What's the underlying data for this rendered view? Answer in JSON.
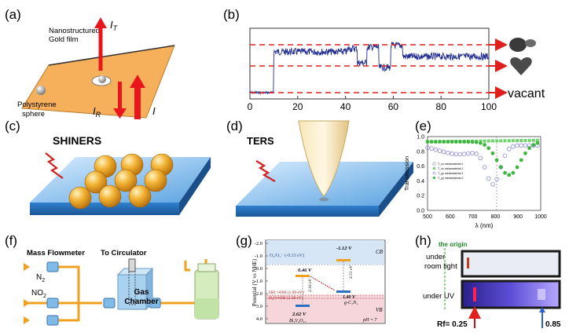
{
  "panels": {
    "a": {
      "letter": "(a)",
      "film_label_1": "Nanostructured",
      "film_label_2": "Gold film",
      "sphere_label_1": "Polystyrene",
      "sphere_label_2": "sphere",
      "it_main": "I",
      "it_sub": "T",
      "ir_main": "I",
      "ir_sub": "R",
      "i_main": "I"
    },
    "b": {
      "letter": "(b)",
      "xticks": [
        "0",
        "20",
        "40",
        "60",
        "80",
        "100"
      ],
      "vacant_label": "vacant",
      "colors": {
        "trace": "#1f2b8f",
        "dash": "#e0201c",
        "arrow": "#e0201c"
      }
    },
    "c": {
      "letter": "(c)",
      "title": "SHINERS"
    },
    "d": {
      "letter": "(d)",
      "title": "TERS"
    },
    "e": {
      "letter": "(e)",
      "ylabel": "Transmission",
      "xlabel": "λ (nm)",
      "yticks": [
        "0.0",
        "0.2",
        "0.4",
        "0.6",
        "0.8",
        "1.0"
      ],
      "xticks": [
        "500",
        "600",
        "700",
        "800",
        "900",
        "1000"
      ],
      "legend": [
        "T_xx metamaterial 1",
        "T_xx metamaterial 2",
        "T_yy metamaterial 1",
        "T_yy metamaterial 2"
      ]
    },
    "f": {
      "letter": "(f)",
      "mass_flowmeter": "Mass Flowmeter",
      "to_circulator": "To Circulator",
      "n2": "N",
      "n2_sub": "2",
      "no2": "NO",
      "no2_sub": "2",
      "gas_chamber_1": "Gas",
      "gas_chamber_2": "Chamber"
    },
    "g": {
      "letter": "(g)",
      "ylabel": "Potential (V vs NHE)",
      "yticks": [
        "-2.0",
        "-1.0",
        "0.0",
        "1.0",
        "2.0",
        "3.0",
        "4.0"
      ],
      "cb": "CB",
      "vb": "VB",
      "o2_label": "O₂/O₂⁻ (-0.33 eV)",
      "oh_label": "OH⁻/•OH (1.99 eV)",
      "h2o_label": "H₂O/•OH (2.38 eV)",
      "v_bi_cb": "0.46 V",
      "v_bi_vb": "2.62 V",
      "v_gcn_cb": "-1.12 V",
      "v_gcn_vb": "1.40 V",
      "gap_bi": "2.16 eV",
      "gap_gcn": "2.51 eV",
      "bi_name": "Bi₄V₂O₁₁",
      "gcn_name": "g-C₃N₄",
      "ph": "pH = 7"
    },
    "h": {
      "letter": "(h)",
      "origin": "the origin",
      "room_light_1": "under",
      "room_light_2": "room light",
      "uv": "under UV",
      "rf": "Rf= 0.25",
      "rf2": "0.85"
    }
  }
}
